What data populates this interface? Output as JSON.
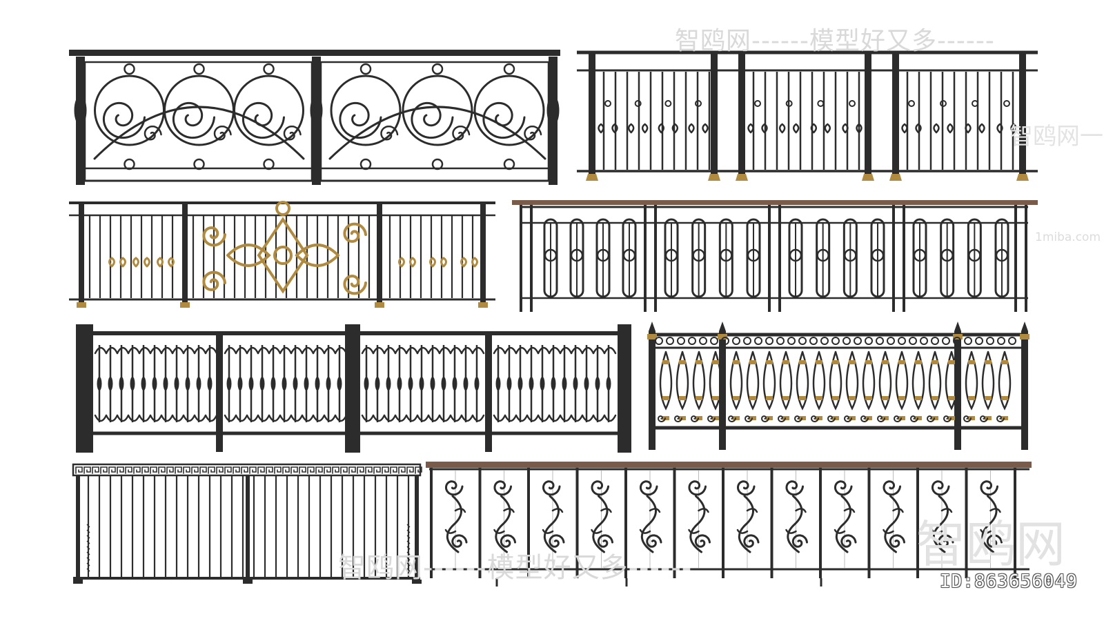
{
  "watermarks": {
    "top": "智鸥网------模型好又多------",
    "bottom": "智鸥网------模型好又多------",
    "right_large": "智鸥网",
    "site": "1miba.com",
    "side": "智鸥网一"
  },
  "id_label": "ID:863656049",
  "colors": {
    "iron": "#2c2c2c",
    "iron_light": "#555555",
    "gold": "#b08a3e",
    "wood_rail": "#7a5a48",
    "background": "#ffffff"
  },
  "railings": [
    {
      "style": "scrollwork-with-turned-posts"
    },
    {
      "style": "pickets-with-double-scroll-ornaments"
    },
    {
      "style": "pickets-with-gold-central-medallion"
    },
    {
      "style": "oval-loop-balusters-wood-handrail"
    },
    {
      "style": "cast-lace-balusters-square-posts"
    },
    {
      "style": "teardrop-balusters-gold-collars-finial-posts"
    },
    {
      "style": "greek-key-band-twisted-pickets"
    },
    {
      "style": "s-scroll-panels-wood-handrail"
    }
  ]
}
